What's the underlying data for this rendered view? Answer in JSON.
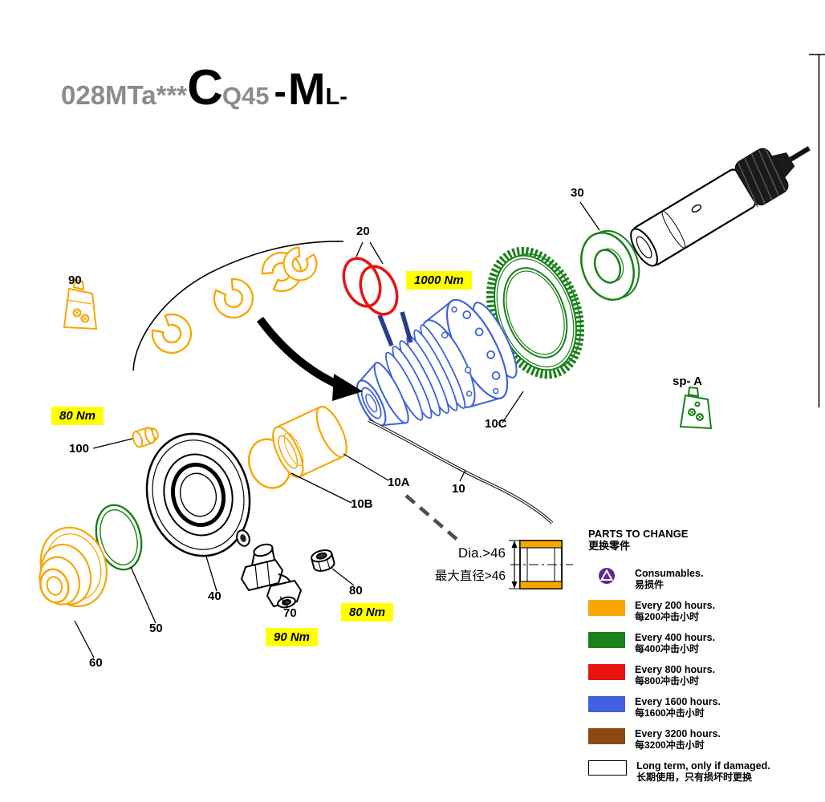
{
  "title": {
    "prefix": "028MTa***",
    "letter": "C",
    "model": "Q45",
    "dash": "-",
    "m": "M",
    "suffix": "L-"
  },
  "part_numbers": {
    "p10": "10",
    "p10A": "10A",
    "p10B": "10B",
    "p10C": "10C",
    "p20": "20",
    "p30": "30",
    "p40": "40",
    "p50": "50",
    "p60": "60",
    "p70": "70",
    "p80": "80",
    "p90": "90",
    "p100": "100",
    "spA": "sp- A"
  },
  "torque_labels": {
    "t1000": "1000 Nm",
    "t80_left": "80 Nm",
    "t80_right": "80 Nm",
    "t90": "90 Nm"
  },
  "dimension_note": {
    "line1": "Dia.>46",
    "line2": "最大直径>46"
  },
  "legend": {
    "title_en": "PARTS TO CHANGE",
    "title_zh": "更换零件",
    "items": [
      {
        "key": "consumables",
        "en": "Consumables.",
        "zh": "易损件",
        "color": "#5B2D91"
      },
      {
        "key": "every_200h",
        "en": "Every 200 hours.",
        "zh": "每200冲击小时",
        "color": "#F7A700"
      },
      {
        "key": "every_400h",
        "en": "Every 400 hours.",
        "zh": "每400冲击小时",
        "color": "#1A801A"
      },
      {
        "key": "every_800h",
        "en": "Every 800 hours.",
        "zh": "每800冲击小时",
        "color": "#E81313"
      },
      {
        "key": "every_1600h",
        "en": "Every 1600 hours.",
        "zh": "每1600冲击小时",
        "color": "#3D62DB"
      },
      {
        "key": "every_3200h",
        "en": "Every 3200 hours.",
        "zh": "每3200冲击小时",
        "color": "#8B4A14"
      },
      {
        "key": "long_term",
        "en": "Long term, only if damaged.",
        "zh": "长期使用，只有损坏时更换",
        "color": "#FFFFFF"
      }
    ]
  },
  "colors": {
    "orange_200h": "#F7A700",
    "green_400h": "#1A801A",
    "red_800h": "#E81313",
    "blue_1600h": "#3D62DB",
    "brown_3200h": "#8B4A14",
    "highlight_yellow": "#FFFF00",
    "consumables_purple": "#5B2D91",
    "title_gray": "#8C8C8C"
  }
}
